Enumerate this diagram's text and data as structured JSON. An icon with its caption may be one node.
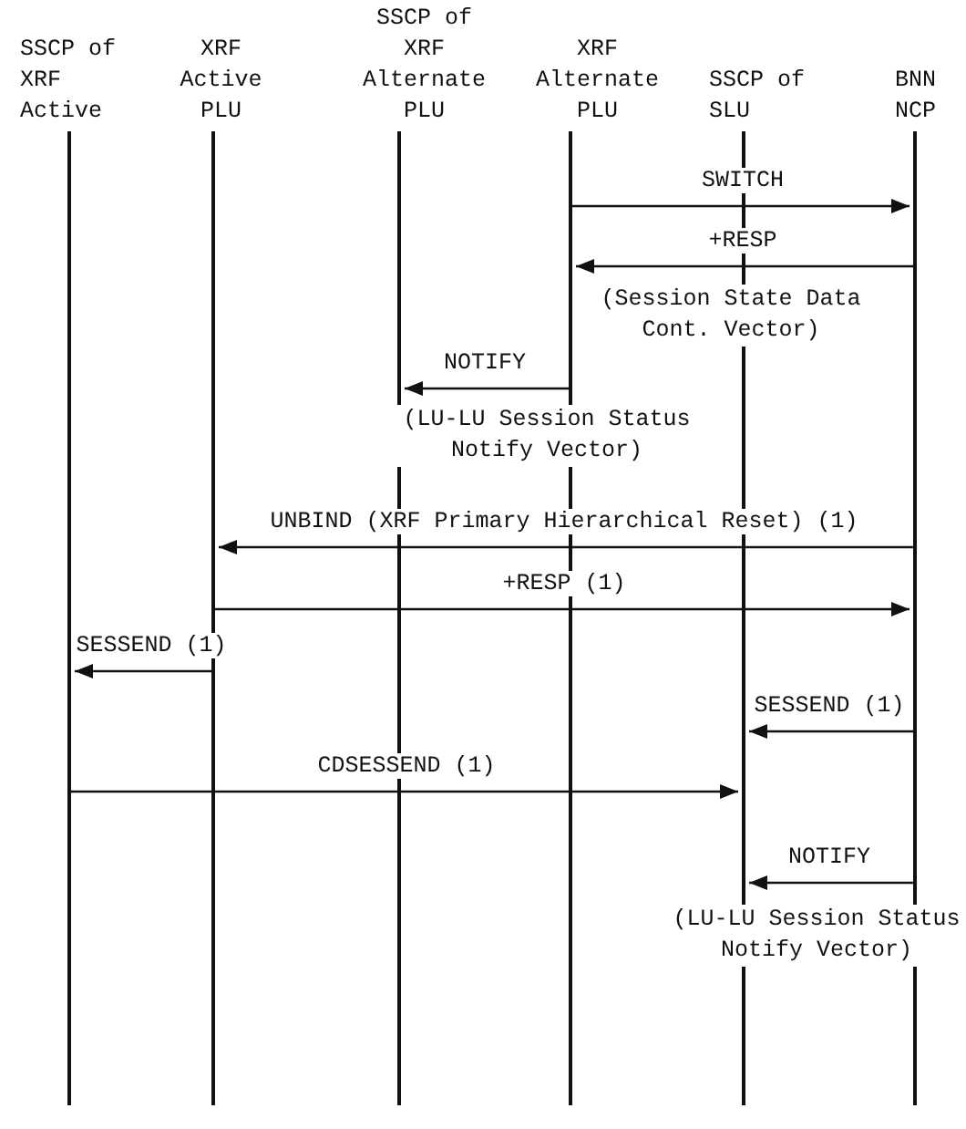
{
  "diagram": {
    "nodes": [
      {
        "text": [
          "SSCP of XRF Active"
        ]
      },
      {
        "text": [
          "XRF Active PLU"
        ]
      },
      {
        "text": [
          "SSCP of XRF Alternate PLU"
        ]
      },
      {
        "text": [
          "XRF Alternate PLU"
        ]
      },
      {
        "text": [
          "SSCP of SLU"
        ]
      },
      {
        "text": [
          "BNN NCP"
        ]
      }
    ],
    "edges": [
      {
        "from": 3,
        "to": 5,
        "arrow": "to",
        "label": "SWITCH"
      },
      {
        "from": 5,
        "to": 3,
        "arrow": "to",
        "label": "+RESP"
      },
      {
        "from": 3,
        "to": 2,
        "arrow": "to",
        "label": "NOTIFY"
      },
      {
        "from": 5,
        "to": 1,
        "arrow": "to",
        "label": "UNBIND (XRF Primary Hierarchical Reset) (1)"
      },
      {
        "from": 1,
        "to": 5,
        "arrow": "to",
        "label": "+RESP (1)"
      },
      {
        "from": 1,
        "to": 0,
        "arrow": "to",
        "label": "SESSEND (1)"
      },
      {
        "from": 5,
        "to": 4,
        "arrow": "to",
        "label": "SESSEND (1)"
      },
      {
        "from": 0,
        "to": 4,
        "arrow": "to",
        "label": "CDSESSEND (1)"
      },
      {
        "from": 5,
        "to": 4,
        "arrow": "to",
        "label": "NOTIFY"
      }
    ],
    "labels": [
      "(Session State Data Cont. Vector)",
      "(LU-LU Session Status Notify Vector)",
      "(LU-LU Session Status Notify Vector)"
    ]
  }
}
